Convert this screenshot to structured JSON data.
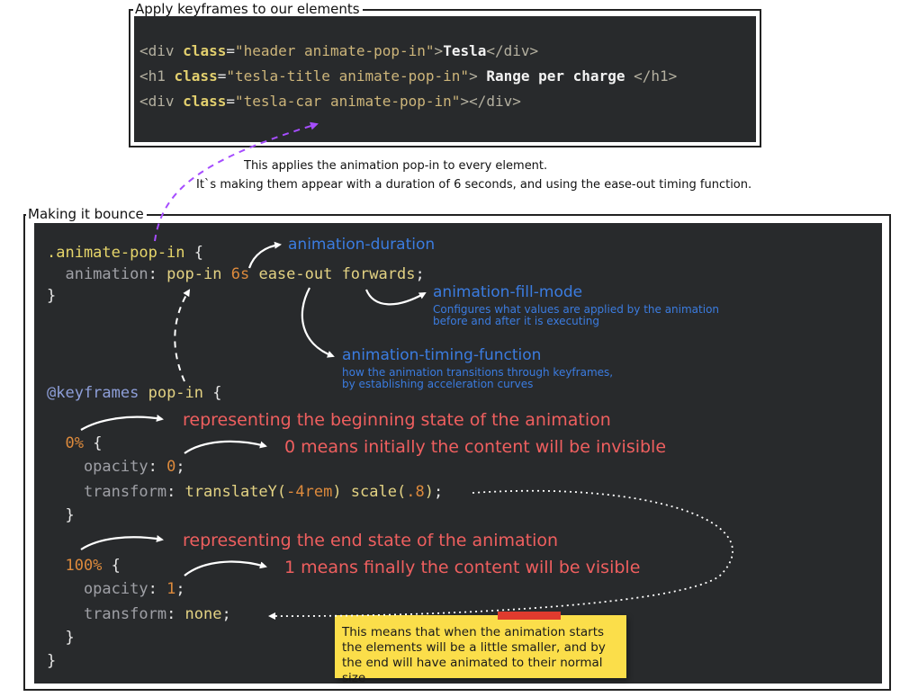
{
  "top_frame": {
    "label": "Apply keyframes to our elements",
    "lines": [
      [
        [
          "c-tag",
          "<div "
        ],
        [
          "c-attr",
          "class"
        ],
        [
          "c-punc",
          "="
        ],
        [
          "c-str",
          "\"header animate-pop-in\""
        ],
        [
          "c-tag",
          ">"
        ],
        [
          "c-text",
          "Tesla"
        ],
        [
          "c-tag",
          "</div>"
        ]
      ],
      [
        [
          "c-tag",
          "<h1 "
        ],
        [
          "c-attr",
          "class"
        ],
        [
          "c-punc",
          "="
        ],
        [
          "c-str",
          "\"tesla-title animate-pop-in\""
        ],
        [
          "c-tag",
          ">"
        ],
        [
          "c-text",
          " Range per charge "
        ],
        [
          "c-tag",
          "</h1>"
        ]
      ],
      [
        [
          "c-tag",
          "<div "
        ],
        [
          "c-attr",
          "class"
        ],
        [
          "c-punc",
          "="
        ],
        [
          "c-str",
          "\"tesla-car animate-pop-in\""
        ],
        [
          "c-tag",
          "></div>"
        ]
      ]
    ]
  },
  "caption": {
    "line1": "This applies the animation pop-in to every element.",
    "line2": "It`s making them appear with a duration of 6 seconds, and using the ease-out timing function."
  },
  "main_frame": {
    "label": "Making it bounce",
    "lines": [
      [
        [
          "c-sel",
          ".animate-pop-in"
        ],
        [
          "c-punc",
          " {"
        ]
      ],
      [
        [
          "c-prop",
          "  animation"
        ],
        [
          "c-punc",
          ": "
        ],
        [
          "c-val",
          "pop-in "
        ],
        [
          "c-num",
          "6s"
        ],
        [
          "c-val",
          " ease-out forwards"
        ],
        [
          "c-punc",
          ";"
        ]
      ],
      [
        [
          "c-punc",
          "}"
        ]
      ],
      [
        [
          "c-at",
          "@keyframes"
        ],
        [
          "c-val",
          " pop-in"
        ],
        [
          "c-punc",
          " {"
        ]
      ],
      [
        [
          "c-num",
          "  0%"
        ],
        [
          "c-punc",
          " {"
        ]
      ],
      [
        [
          "c-prop",
          "    opacity"
        ],
        [
          "c-punc",
          ": "
        ],
        [
          "c-num",
          "0"
        ],
        [
          "c-punc",
          ";"
        ]
      ],
      [
        [
          "c-prop",
          "    transform"
        ],
        [
          "c-punc",
          ": "
        ],
        [
          "c-val",
          "translateY("
        ],
        [
          "c-num",
          "-4rem"
        ],
        [
          "c-val",
          ") scale("
        ],
        [
          "c-num",
          ".8"
        ],
        [
          "c-val",
          ")"
        ],
        [
          "c-punc",
          ";"
        ]
      ],
      [
        [
          "c-punc",
          "  }"
        ]
      ],
      [
        [
          "c-num",
          "  100%"
        ],
        [
          "c-punc",
          " {"
        ]
      ],
      [
        [
          "c-prop",
          "    opacity"
        ],
        [
          "c-punc",
          ": "
        ],
        [
          "c-num",
          "1"
        ],
        [
          "c-punc",
          ";"
        ]
      ],
      [
        [
          "c-prop",
          "    transform"
        ],
        [
          "c-punc",
          ": "
        ],
        [
          "c-val",
          "none"
        ],
        [
          "c-punc",
          ";"
        ]
      ],
      [
        [
          "c-punc",
          "  }"
        ]
      ],
      [
        [
          "c-punc",
          "}"
        ]
      ]
    ]
  },
  "annotations": {
    "duration": "animation-duration",
    "fill_mode": "animation-fill-mode",
    "fill_mode_desc_1": "Configures what values are applied by the animation",
    "fill_mode_desc_2": "before and after it is executing",
    "timing": "animation-timing-function",
    "timing_desc_1": "how the animation transitions through keyframes,",
    "timing_desc_2": "by establishing acceleration curves",
    "begin_state": "representing the beginning state of the animation",
    "zero_means": "0 means initially the content will be invisible",
    "end_state": "representing the end state of the animation",
    "one_means": "1 means finally the content will be visible"
  },
  "note": {
    "text": "This means that when the animation starts the elements will be a little smaller, and by the end will have animated to their normal size"
  },
  "colors": {
    "code_bg": "#282a2c",
    "blue": "#3b7ce0",
    "red": "#ef5f5f",
    "purple": "#a64dff",
    "note_bg": "#fbde4a",
    "tape": "#e03b2e"
  }
}
